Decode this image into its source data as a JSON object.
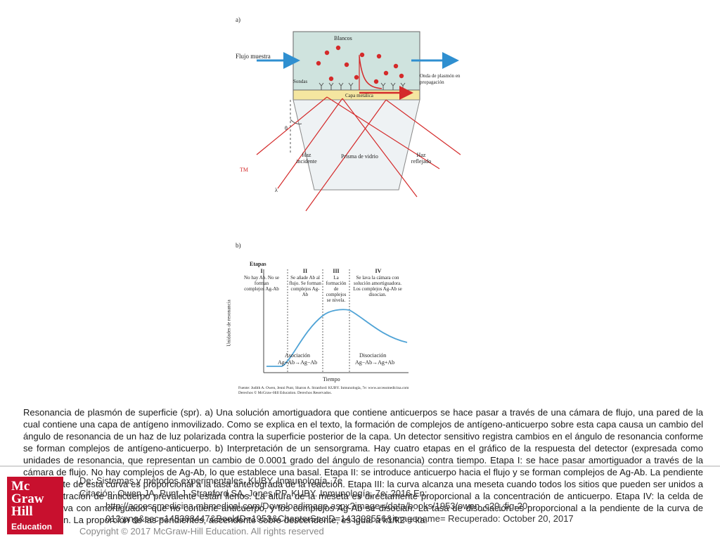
{
  "figure_a": {
    "panel_label": "a)",
    "sample_flow": "Flujo muestra",
    "targets": "Blancos",
    "probes": "Sondas",
    "plasmon_wave": "Onda de plasmón en propagación",
    "metal_layer": "Capa metálica",
    "theta": "θ",
    "incident_beam": "Haz incidente",
    "glass_prism": "Prisma de vidrio",
    "reflected_beam": "Haz reflejado",
    "tm": "TM",
    "lambda": "λ"
  },
  "figure_b": {
    "panel_label": "b)",
    "stages_title": "Etapas",
    "stages": [
      {
        "num": "I",
        "desc": "No hay Ab. No se forman complejos Ag-Ab"
      },
      {
        "num": "II",
        "desc": "Se añade Ab al flujo. Se forman complejos Ag-Ab"
      },
      {
        "num": "III",
        "desc": "La formación de complejos se nivela."
      },
      {
        "num": "IV",
        "desc": "Se lava la cámara con solución amortiguadora. Los complejos Ag-Ab se disocian."
      }
    ],
    "ylabel": "Unidades de resonancia",
    "xlabel": "Tiempo",
    "association": "Asociación",
    "association_eq": "Ag+Ab→Ag−Ab",
    "dissociation": "Disociación",
    "dissociation_eq": "Ag−Ab→Ag+Ab",
    "source": "Fuente: Judith A. Owen, Jenni Punt, Sharon A. Stranford: KUBY. Inmunología, 7e: www.accessmedicina.com Derechos © McGraw-Hill Education. Derechos Reservados."
  },
  "caption": "Resonancia de plasmón de superficie (spr). a) Una solución amortiguadora que contiene anticuerpos se hace pasar a través de una cámara de flujo, una pared de la cual contiene una capa de antígeno inmovilizado. Como se explica en el texto, la formación de complejos de antígeno-anticuerpo sobre esta capa causa un cambio del ángulo de resonancia de un haz de luz polarizada contra la superficie posterior de la capa. Un detector sensitivo registra cambios en el ángulo de resonancia conforme se forman complejos de antígeno-anticuerpo. b) Interpretación de un sensorgrama. Hay cuatro etapas en el gráfico de la respuesta del detector (expresada como unidades de resonancia, que representan un cambio de 0.0001 grado del ángulo de resonancia) contra tiempo. Etapa I: se hace pasar amortiguador a través de la cámara de flujo. No hay complejos de Ag-Ab, lo que establece una basal. Etapa II: se introduce anticuerpo hacia el flujo y se forman complejos de Ag-Ab. La pendiente ascendente de esta curva es proporcional a la tasa anterógrada de la reacción. Etapa III: la curva alcanza una meseta cuando todos los sitios que pueden ser unidos a la concentración de anticuerpo prevalente están llenos. La altura de la meseta es directamente proporcional a la concentración de anticuerpo. Etapa IV: la celda de flujo se lava con amortiguador que no contiene anticuerpo, y los complejos Ag-Ab se disocian. La tasa de disociación es proporcional a la pendiente de la curva de disociación. La proporción de las pendientes, ascendente sobre descendente, es igual a k1/k2 = ka.",
  "citation": {
    "line1": "De: Sistemas y métodos experimentales, KUBY. Inmunología, 7e",
    "line2": "Citación: Owen JA, Punt J, Stranford SA, Jones PP. KUBY. Inmunología, 7e; 2016 En:",
    "line3": "http://accessmedicina.mhmedical.com/Downloadimage.aspx?image=/data/books/1953/owen_c20_fig-20-",
    "line4": "013.png&sec=145388447&BookID=1953&ChapterSecID=143398556&imagename= Recuperado: October 20, 2017",
    "copyright": "Copyright © 2017 McGraw-Hill Education. All rights reserved"
  },
  "logo": {
    "line1": "Mc",
    "line2": "Graw",
    "line3": "Hill",
    "line4": "Education"
  },
  "colors": {
    "red": "#d42a2a",
    "blue": "#2f8fd0",
    "chamber": "#cfe3de",
    "metal": "#f5e6a0",
    "curve": "#4fa3d6",
    "logo": "#c8102e"
  }
}
